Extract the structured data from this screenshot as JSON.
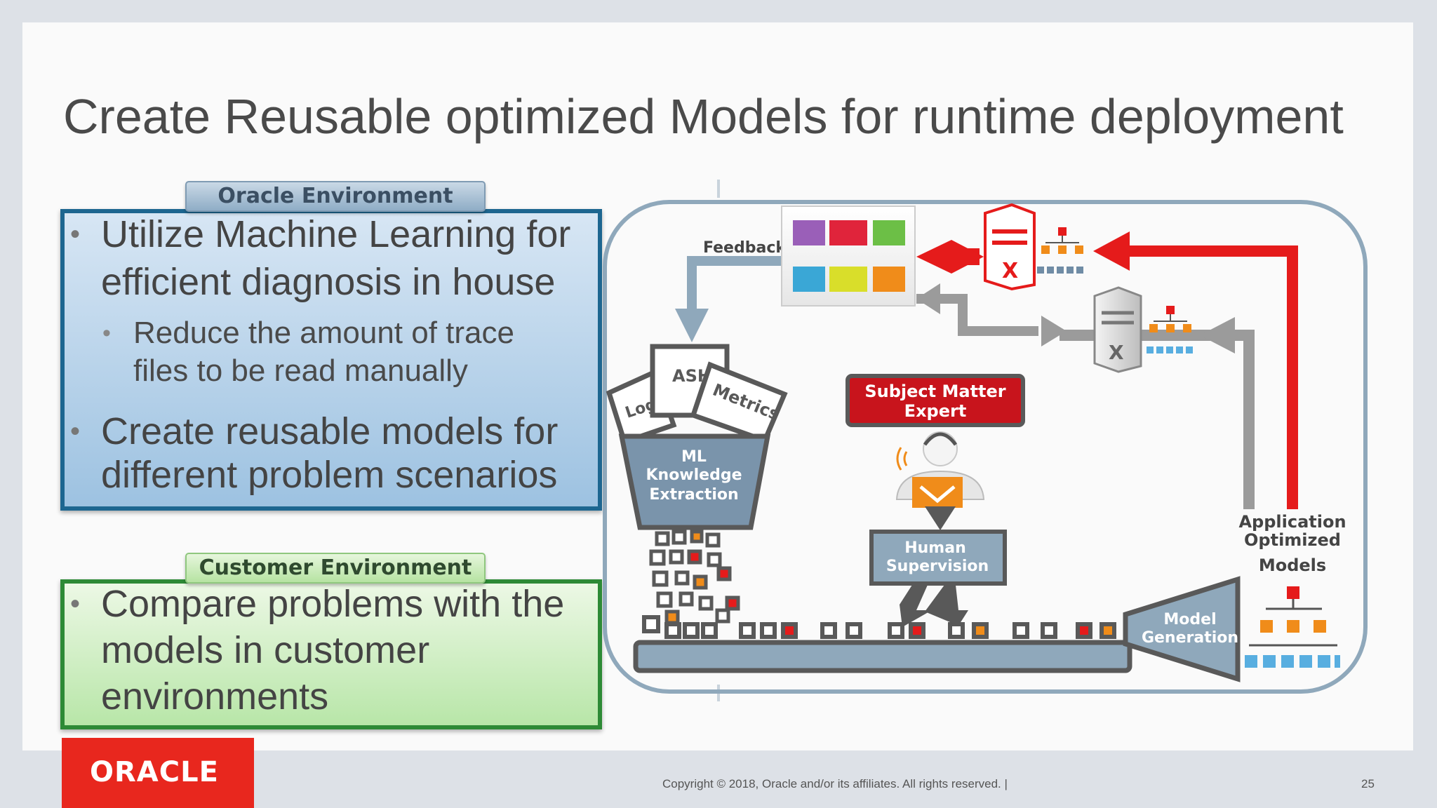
{
  "title": "Create Reusable optimized Models for runtime deployment",
  "oracle_env": {
    "label": "Oracle Environment",
    "bullet1": "Utilize Machine Learning for efficient diagnosis in house",
    "sub1": "Reduce the amount of trace files to be read manually",
    "bullet2": "Create reusable models for different problem scenarios"
  },
  "customer_env": {
    "label": "Customer Environment",
    "bullet1": "Compare problems with the models in customer environments"
  },
  "diagram": {
    "feedback": "Feedback",
    "ash": "ASH",
    "log": "Log",
    "metrics": "Metrics",
    "ml_line1": "ML",
    "ml_line2": "Knowledge",
    "ml_line3": "Extraction",
    "sme_line1": "Subject Matter",
    "sme_line2": "Expert",
    "human_line1": "Human",
    "human_line2": "Supervision",
    "app_line1": "Application",
    "app_line2": "Optimized",
    "app_line3": "Models",
    "model_gen_line1": "Model",
    "model_gen_line2": "Generation",
    "colors": {
      "red": "#e51b1b",
      "gray": "#999999",
      "steel": "#8fa8bb",
      "dark": "#595959",
      "orange": "#f08c1a",
      "blue": "#58aee0"
    }
  },
  "footer": {
    "logo": "ORACLE",
    "copyright": "Copyright © 2018, Oracle and/or its affiliates. All rights reserved.  |",
    "page": "25"
  }
}
